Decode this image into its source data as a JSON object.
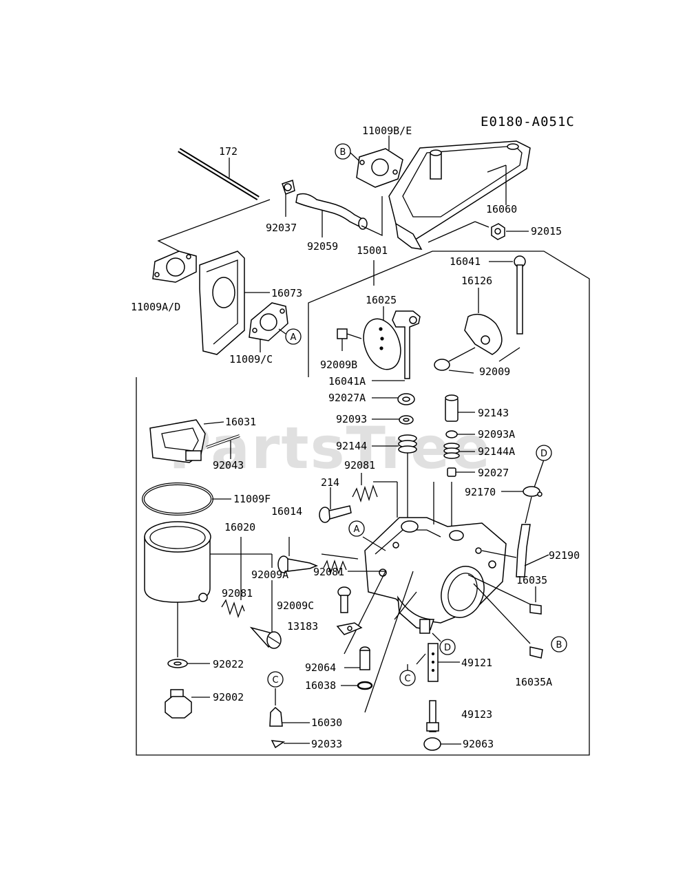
{
  "diagram_code": "E0180-A051C",
  "watermark": "PartsTree",
  "ref_markers": [
    "A",
    "B",
    "C",
    "D"
  ],
  "part_labels": {
    "p172": "172",
    "p11009BE": "11009B/E",
    "p16060": "16060",
    "p92015": "92015",
    "p92037": "92037",
    "p92059": "92059",
    "p15001": "15001",
    "p16041": "16041",
    "p16126": "16126",
    "p16025": "16025",
    "p16073": "16073",
    "p11009AD": "11009A/D",
    "p11009C": "11009/C",
    "p92009B": "92009B",
    "p92009": "92009",
    "p16041A": "16041A",
    "p92027A": "92027A",
    "p92143": "92143",
    "p92093": "92093",
    "p92093A": "92093A",
    "p16031": "16031",
    "p92144": "92144",
    "p92144A": "92144A",
    "p92043": "92043",
    "p92081a": "92081",
    "p92027": "92027",
    "p214": "214",
    "p92170": "92170",
    "p11009F": "11009F",
    "p16014": "16014",
    "p16020": "16020",
    "p92081b": "92081",
    "p92190": "92190",
    "p92009A": "92009A",
    "p16035": "16035",
    "p92081c": "92081",
    "p92009C": "92009C",
    "p13183": "13183",
    "p49121": "49121",
    "p92022": "92022",
    "p92064": "92064",
    "p16035A": "16035A",
    "p16038": "16038",
    "p92002": "92002",
    "p49123": "49123",
    "p16030": "16030",
    "p92033": "92033",
    "p92063": "92063"
  }
}
